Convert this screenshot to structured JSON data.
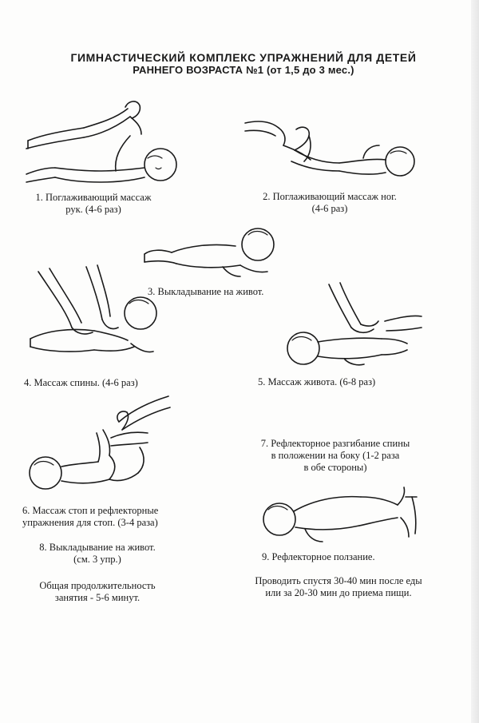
{
  "title": {
    "line1": "ГИМНАСТИЧЕСКИЙ КОМПЛЕКС УПРАЖНЕНИЙ ДЛЯ ДЕТЕЙ",
    "line2": "РАННЕГО ВОЗРАСТА №1 (от 1,5 до 3 мес.)"
  },
  "exercises": {
    "e1": {
      "line1": "1. Поглаживающий массаж",
      "line2": "рук. (4-6 раз)"
    },
    "e2": {
      "line1": "2. Поглаживающий массаж ног.",
      "line2": "(4-6 раз)"
    },
    "e3": {
      "line1": "3. Выкладывание на живот."
    },
    "e4": {
      "line1": "4. Массаж спины. (4-6 раз)"
    },
    "e5": {
      "line1": "5. Массаж живота. (6-8 раз)"
    },
    "e6": {
      "line1": "6. Массаж стоп и рефлекторные",
      "line2": "упражнения для стоп. (3-4 раза)"
    },
    "e7": {
      "line1": "7. Рефлекторное разгибание спины",
      "line2": "в положении на боку (1-2 раза",
      "line3": "в обе стороны)"
    },
    "e8": {
      "line1": "8. Выкладывание на живот.",
      "line2": "(см. 3 упр.)"
    },
    "e9": {
      "line1": "9. Рефлекторное ползание."
    }
  },
  "notes": {
    "duration": {
      "line1": "Общая продолжительность",
      "line2": "занятия - 5-6 минут."
    },
    "timing": {
      "line1": "Проводить спустя 30-40 мин после еды",
      "line2": "или за 20-30 мин до приема пищи."
    }
  },
  "illustrations": {
    "e1": "baby-on-back-hands-stroking-arm",
    "e2": "baby-on-back-hands-stroking-legs",
    "e3": "baby-lying-on-stomach",
    "e4": "baby-on-stomach-hands-on-back",
    "e5": "baby-on-back-hand-on-belly",
    "e6": "baby-on-back-hands-holding-feet",
    "e9": "baby-crawling-hand-at-feet"
  }
}
